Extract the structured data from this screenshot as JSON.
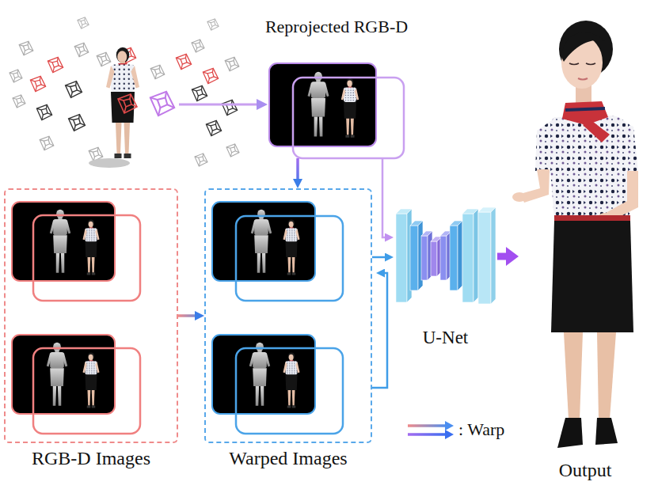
{
  "diagram": {
    "nodes": [
      {
        "text": [
          "Reprojected RGB-D"
        ]
      },
      {
        "text": [
          "RGB-D Images"
        ]
      },
      {
        "text": [
          "Warped Images"
        ]
      },
      {
        "text": [
          "U-Net"
        ]
      },
      {
        "text": [
          "Output"
        ]
      }
    ],
    "edges": [
      {
        "from": 0,
        "to": 2,
        "arrow": "to"
      },
      {
        "from": 1,
        "to": 2,
        "arrow": "to"
      },
      {
        "from": 0,
        "to": 3,
        "arrow": "to"
      },
      {
        "from": 2,
        "to": 3,
        "arrow": "to"
      },
      {
        "from": 2,
        "to": 3,
        "arrow": "to"
      },
      {
        "from": 3,
        "to": 4,
        "arrow": "to"
      }
    ],
    "legend": [
      {
        "text": ": Warp"
      }
    ]
  }
}
